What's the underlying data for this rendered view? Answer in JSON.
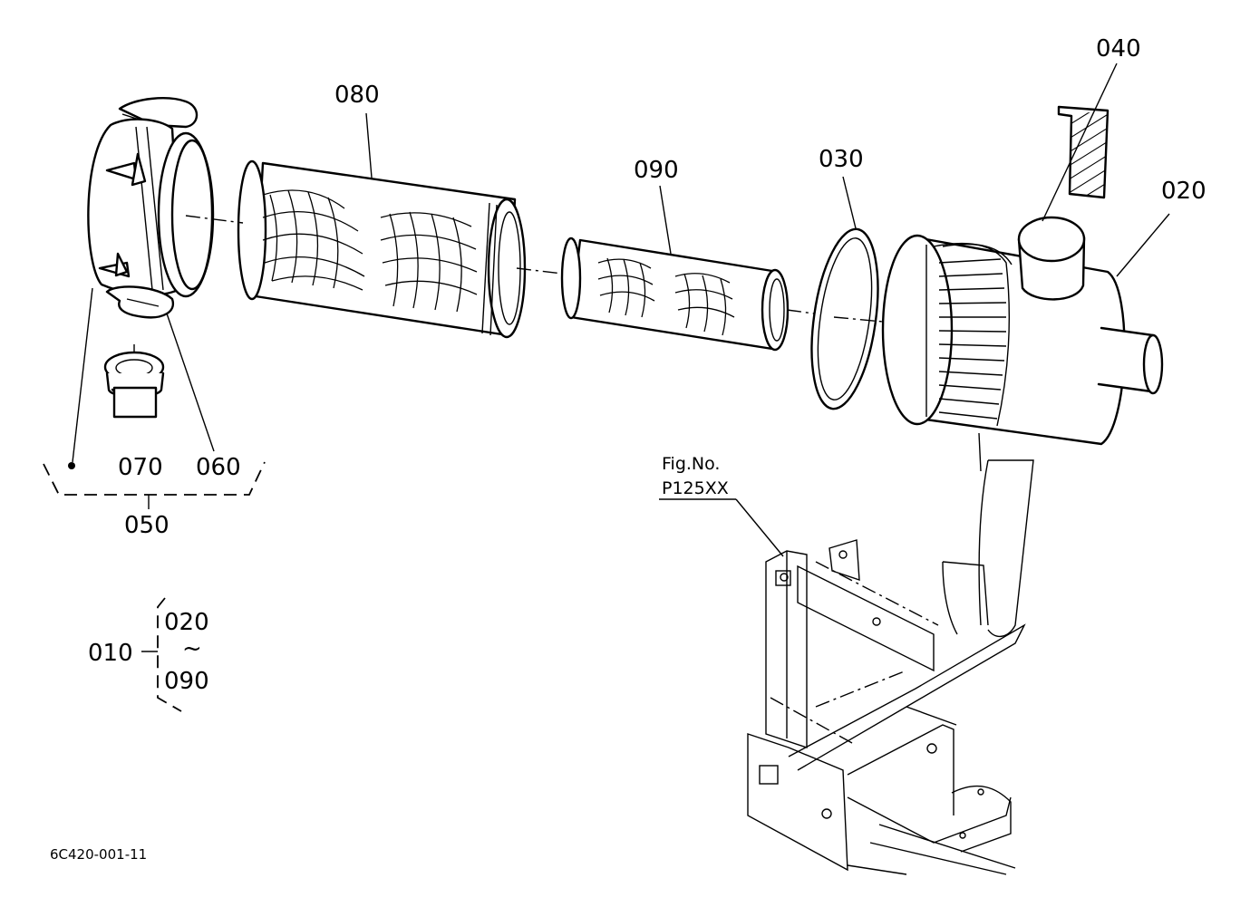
{
  "labels": {
    "p080": "080",
    "p090": "090",
    "p030": "030",
    "p040": "040",
    "p020": "020",
    "p070": "070",
    "p060": "060",
    "p050": "050",
    "p010": "010",
    "range_start": "020",
    "range_tilde": "~",
    "range_end": "090"
  },
  "figure_ref": {
    "line1": "Fig.No.",
    "line2": "P125XX"
  },
  "drawing_code": "6C420-001-11"
}
